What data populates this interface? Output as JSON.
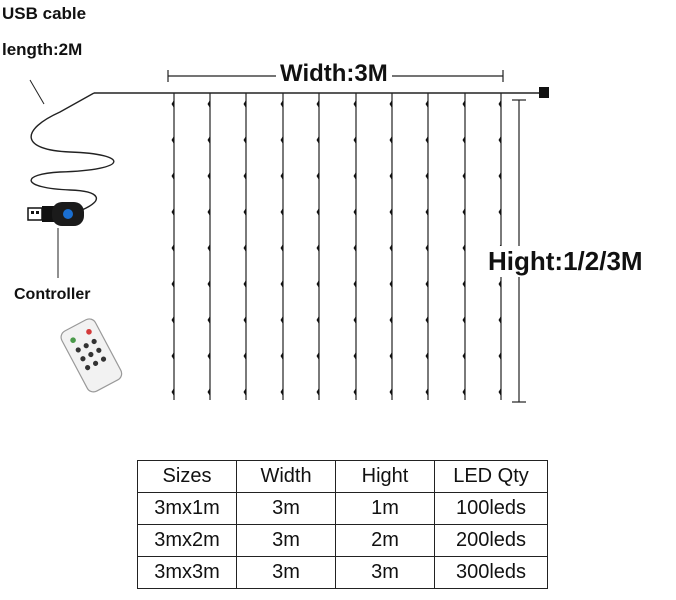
{
  "labels": {
    "usb_cable": "USB cable",
    "length": "length:2M",
    "controller": "Controller",
    "width": "Width:3M",
    "height": "Hight:1/2/3M"
  },
  "spec_table": {
    "headers": [
      "Sizes",
      "Width",
      "Hight",
      "LED Qty"
    ],
    "rows": [
      [
        "3mx1m",
        "3m",
        "1m",
        "100leds"
      ],
      [
        "3mx2m",
        "3m",
        "2m",
        "200leds"
      ],
      [
        "3mx3m",
        "3m",
        "3m",
        "300leds"
      ]
    ]
  },
  "icons": {
    "usb_plug": "usb-plug-icon",
    "controller_box": "controller-box-icon",
    "remote": "remote-control-icon"
  },
  "colors": {
    "line": "#222222",
    "controller_button": "#1a6fd1",
    "remote_button_red": "#d33a3a",
    "remote_button_green": "#4a9a4a"
  }
}
